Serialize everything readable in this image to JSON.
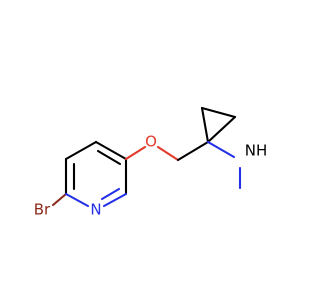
{
  "molecule": {
    "atoms": {
      "br": "Br",
      "n_ring": "N",
      "o": "O",
      "nh": "NH"
    },
    "colors": {
      "carbon_bond": "#000000",
      "nitrogen": "#2330e6",
      "oxygen": "#e23a2b",
      "bromine": "#8b2a18"
    }
  }
}
